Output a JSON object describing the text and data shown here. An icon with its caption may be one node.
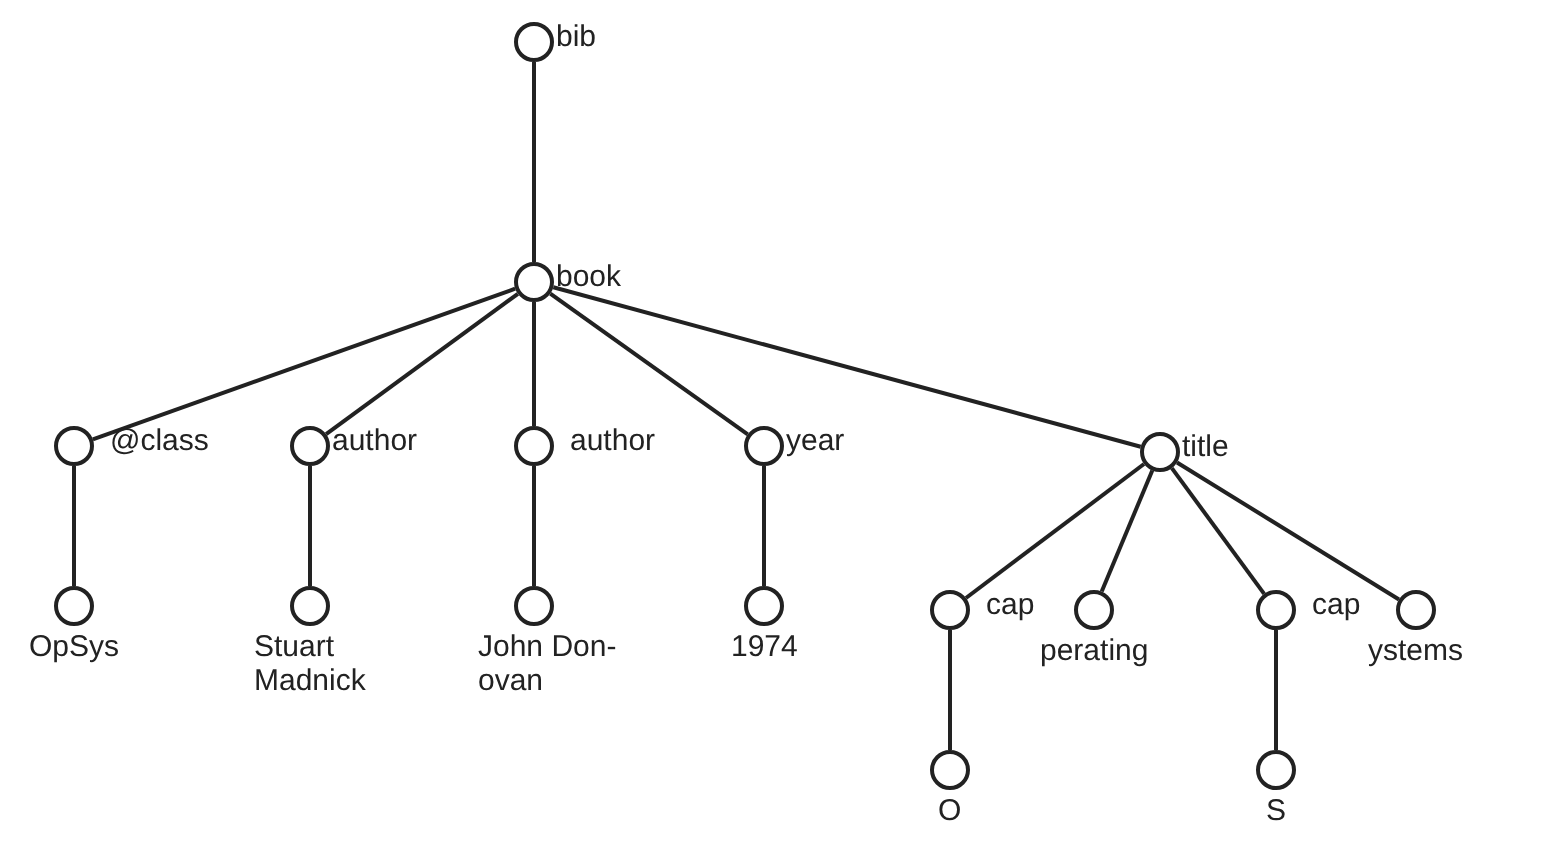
{
  "diagram": {
    "nodes": [
      {
        "text": [],
        "shape": "circle",
        "beside": [
          "bib"
        ]
      },
      {
        "text": [],
        "shape": "circle",
        "beside": [
          "book"
        ]
      },
      {
        "text": [],
        "shape": "circle",
        "beside": [
          "@class"
        ]
      },
      {
        "text": [],
        "shape": "circle",
        "beside": [
          "author"
        ]
      },
      {
        "text": [],
        "shape": "circle",
        "beside": [
          "author"
        ]
      },
      {
        "text": [],
        "shape": "circle",
        "beside": [
          "year"
        ]
      },
      {
        "text": [],
        "shape": "circle",
        "beside": [
          "title"
        ]
      },
      {
        "text": [],
        "shape": "circle",
        "beside": [
          "OpSys"
        ]
      },
      {
        "text": [],
        "shape": "circle",
        "beside": [
          "Stuart Madnick"
        ]
      },
      {
        "text": [],
        "shape": "circle",
        "beside": [
          "John Don- ovan"
        ]
      },
      {
        "text": [],
        "shape": "circle",
        "beside": [
          "1974"
        ]
      },
      {
        "text": [],
        "shape": "circle",
        "beside": [
          "cap"
        ]
      },
      {
        "text": [],
        "shape": "circle",
        "beside": [
          "perating"
        ]
      },
      {
        "text": [],
        "shape": "circle",
        "beside": [
          "cap"
        ]
      },
      {
        "text": [],
        "shape": "circle",
        "beside": [
          "ystems"
        ]
      },
      {
        "text": [],
        "shape": "circle",
        "beside": [
          "O"
        ]
      },
      {
        "text": [],
        "shape": "circle",
        "beside": [
          "S"
        ]
      }
    ],
    "edges": [
      {
        "from": 0,
        "to": 1,
        "arrow": "none"
      },
      {
        "from": 1,
        "to": 2,
        "arrow": "none"
      },
      {
        "from": 1,
        "to": 3,
        "arrow": "none"
      },
      {
        "from": 1,
        "to": 4,
        "arrow": "none"
      },
      {
        "from": 1,
        "to": 5,
        "arrow": "none"
      },
      {
        "from": 1,
        "to": 6,
        "arrow": "none"
      },
      {
        "from": 2,
        "to": 7,
        "arrow": "none"
      },
      {
        "from": 3,
        "to": 8,
        "arrow": "none"
      },
      {
        "from": 4,
        "to": 9,
        "arrow": "none"
      },
      {
        "from": 5,
        "to": 10,
        "arrow": "none"
      },
      {
        "from": 6,
        "to": 11,
        "arrow": "none"
      },
      {
        "from": 6,
        "to": 12,
        "arrow": "none"
      },
      {
        "from": 6,
        "to": 13,
        "arrow": "none"
      },
      {
        "from": 6,
        "to": 14,
        "arrow": "none"
      },
      {
        "from": 11,
        "to": 15,
        "arrow": "none"
      },
      {
        "from": 13,
        "to": 16,
        "arrow": "none"
      }
    ]
  }
}
